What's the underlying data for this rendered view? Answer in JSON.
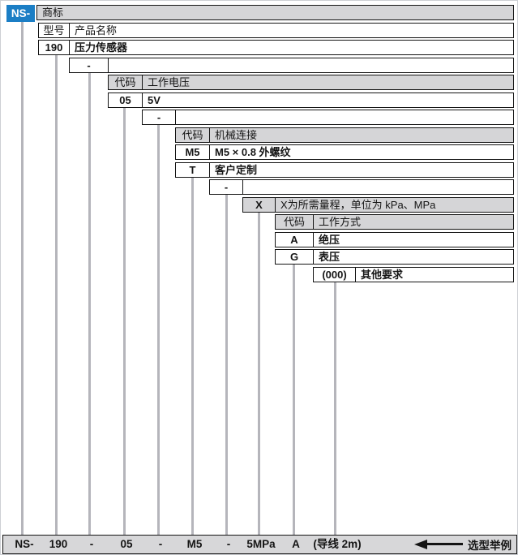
{
  "colors": {
    "brand_blue": "#1b7ec5",
    "header_gray": "#d5d5d7",
    "example_bar_gray": "#d7d7d9",
    "connector_line_gray": "#b5b5bb",
    "border_black": "#141414"
  },
  "brand": {
    "code": "NS-",
    "label": "商标"
  },
  "rows": [
    {
      "code": "型号",
      "desc": "产品名称"
    },
    {
      "code": "190",
      "desc": "压力传感器"
    },
    {
      "code": "-",
      "desc": ""
    },
    {
      "code": "代码",
      "desc": "工作电压"
    },
    {
      "code": "05",
      "desc": "5V"
    },
    {
      "code": "-",
      "desc": ""
    },
    {
      "code": "代码",
      "desc": "机械连接"
    },
    {
      "code": "M5",
      "desc": "M5 × 0.8 外螺纹"
    },
    {
      "code": "T",
      "desc": "客户定制"
    },
    {
      "code": "-",
      "desc": ""
    },
    {
      "code": "X",
      "desc": "X为所需量程，单位为 kPa、MPa"
    },
    {
      "code": "代码",
      "desc": "工作方式"
    },
    {
      "code": "A",
      "desc": "绝压"
    },
    {
      "code": "G",
      "desc": "表压"
    },
    {
      "code": "(000)",
      "desc": "其他要求"
    }
  ],
  "example": {
    "parts": [
      "NS-",
      "190",
      "-",
      "05",
      "-",
      "M5",
      "-",
      "5MPa",
      "A",
      "(导线 2m)"
    ],
    "label": "选型举例"
  }
}
